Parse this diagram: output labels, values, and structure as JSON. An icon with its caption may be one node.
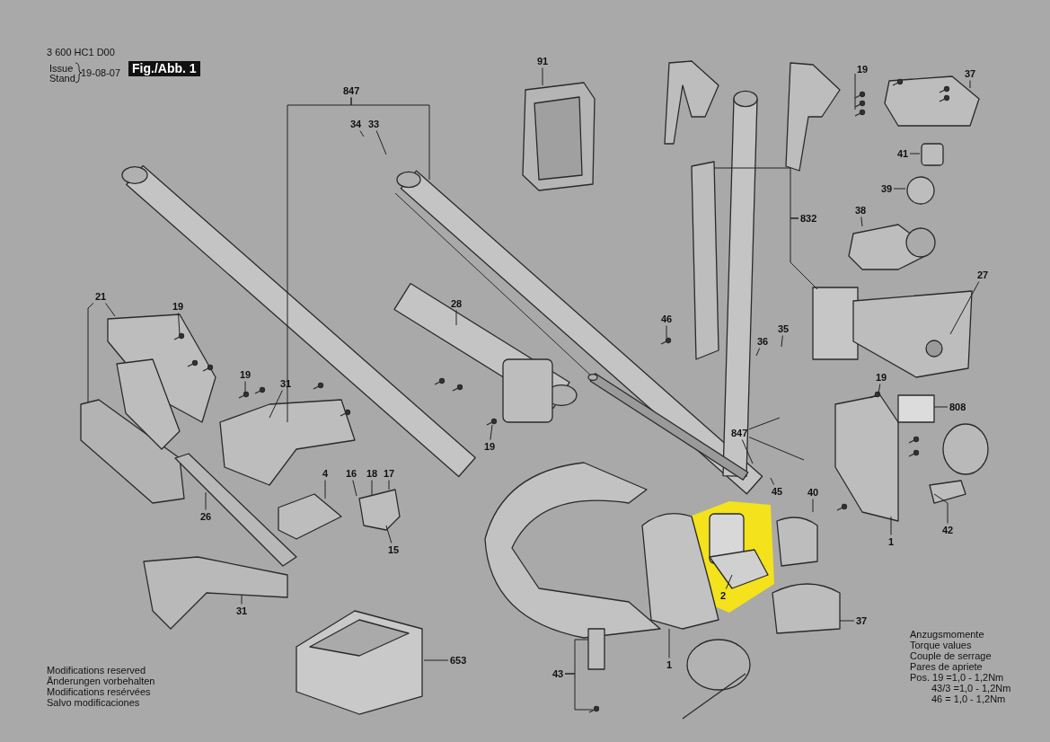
{
  "diagram": {
    "nodes": [
      {
        "text": [
          "91"
        ]
      },
      {
        "text": [
          "847"
        ]
      },
      {
        "text": [
          "34"
        ]
      },
      {
        "text": [
          "33"
        ]
      },
      {
        "text": [
          "19"
        ]
      },
      {
        "text": [
          "37"
        ]
      },
      {
        "text": [
          "41"
        ]
      },
      {
        "text": [
          "39"
        ]
      },
      {
        "text": [
          "38"
        ]
      },
      {
        "text": [
          "27"
        ]
      },
      {
        "text": [
          "832"
        ]
      },
      {
        "text": [
          "46"
        ]
      },
      {
        "text": [
          "35"
        ]
      },
      {
        "text": [
          "36"
        ]
      },
      {
        "text": [
          "28"
        ]
      },
      {
        "text": [
          "21"
        ]
      },
      {
        "text": [
          "19"
        ]
      },
      {
        "text": [
          "19"
        ]
      },
      {
        "text": [
          "31"
        ]
      },
      {
        "text": [
          "19"
        ]
      },
      {
        "text": [
          "19"
        ]
      },
      {
        "text": [
          "808"
        ]
      },
      {
        "text": [
          "847"
        ]
      },
      {
        "text": [
          "45"
        ]
      },
      {
        "text": [
          "40"
        ]
      },
      {
        "text": [
          "1"
        ]
      },
      {
        "text": [
          "42"
        ]
      },
      {
        "text": [
          "4"
        ]
      },
      {
        "text": [
          "16"
        ]
      },
      {
        "text": [
          "18"
        ]
      },
      {
        "text": [
          "17"
        ]
      },
      {
        "text": [
          "15"
        ]
      },
      {
        "text": [
          "26"
        ]
      },
      {
        "text": [
          "31"
        ]
      },
      {
        "text": [
          "2"
        ]
      },
      {
        "text": [
          "37"
        ]
      },
      {
        "text": [
          "653"
        ]
      },
      {
        "text": [
          "43"
        ]
      },
      {
        "text": [
          "1"
        ]
      }
    ],
    "edges": [
      {
        "from": 0,
        "to": null,
        "arrow": "none"
      },
      {
        "from": 1,
        "to": null,
        "arrow": "none"
      },
      {
        "from": 1,
        "to": null,
        "arrow": "none"
      },
      {
        "from": 2,
        "to": null,
        "arrow": "none"
      },
      {
        "from": 3,
        "to": null,
        "arrow": "none"
      },
      {
        "from": 4,
        "to": null,
        "arrow": "none"
      },
      {
        "from": 5,
        "to": null,
        "arrow": "none"
      },
      {
        "from": 6,
        "to": null,
        "arrow": "none"
      },
      {
        "from": 7,
        "to": null,
        "arrow": "none"
      },
      {
        "from": 8,
        "to": null,
        "arrow": "none"
      },
      {
        "from": 9,
        "to": null,
        "arrow": "none"
      },
      {
        "from": 10,
        "to": null,
        "arrow": "none"
      },
      {
        "from": 10,
        "to": null,
        "arrow": "none"
      },
      {
        "from": 11,
        "to": null,
        "arrow": "none"
      },
      {
        "from": 12,
        "to": null,
        "arrow": "none"
      },
      {
        "from": 13,
        "to": null,
        "arrow": "none"
      },
      {
        "from": 14,
        "to": null,
        "arrow": "none"
      },
      {
        "from": 15,
        "to": null,
        "arrow": "none"
      },
      {
        "from": 15,
        "to": null,
        "arrow": "none"
      },
      {
        "from": 16,
        "to": null,
        "arrow": "none"
      },
      {
        "from": 17,
        "to": null,
        "arrow": "none"
      },
      {
        "from": 18,
        "to": null,
        "arrow": "none"
      },
      {
        "from": 19,
        "to": null,
        "arrow": "none"
      },
      {
        "from": 20,
        "to": null,
        "arrow": "none"
      },
      {
        "from": 21,
        "to": null,
        "arrow": "none"
      },
      {
        "from": 22,
        "to": null,
        "arrow": "none"
      },
      {
        "from": 22,
        "to": null,
        "arrow": "none"
      },
      {
        "from": 22,
        "to": null,
        "arrow": "none"
      },
      {
        "from": 23,
        "to": null,
        "arrow": "none"
      },
      {
        "from": 24,
        "to": null,
        "arrow": "none"
      },
      {
        "from": 25,
        "to": null,
        "arrow": "none"
      },
      {
        "from": 26,
        "to": null,
        "arrow": "none"
      },
      {
        "from": 27,
        "to": null,
        "arrow": "none"
      },
      {
        "from": 28,
        "to": null,
        "arrow": "none"
      },
      {
        "from": 29,
        "to": null,
        "arrow": "none"
      },
      {
        "from": 30,
        "to": null,
        "arrow": "none"
      },
      {
        "from": 31,
        "to": null,
        "arrow": "none"
      },
      {
        "from": 32,
        "to": null,
        "arrow": "none"
      },
      {
        "from": 33,
        "to": null,
        "arrow": "none"
      },
      {
        "from": 34,
        "to": null,
        "arrow": "none"
      },
      {
        "from": 35,
        "to": null,
        "arrow": "none"
      },
      {
        "from": 36,
        "to": null,
        "arrow": "none"
      },
      {
        "from": 37,
        "to": null,
        "arrow": "none"
      },
      {
        "from": 37,
        "to": null,
        "arrow": "none"
      },
      {
        "from": 38,
        "to": null,
        "arrow": "none"
      }
    ],
    "labels": [
      "3 600 HC1 D00",
      "Issue",
      "Stand",
      "19-08-07",
      "Fig./Abb. 1",
      "Modifications reserved",
      "Änderungen vorbehalten",
      "Modifications resérvées",
      "Salvo modificaciones",
      "Anzugsmomente",
      "Torque values",
      "Couple de serrage",
      "Pares de apriete",
      "Pos. 19 =1,0 - 1,2Nm",
      "43/3 =1,0 - 1,2Nm",
      "46 = 1,0 - 1,2Nm"
    ]
  }
}
